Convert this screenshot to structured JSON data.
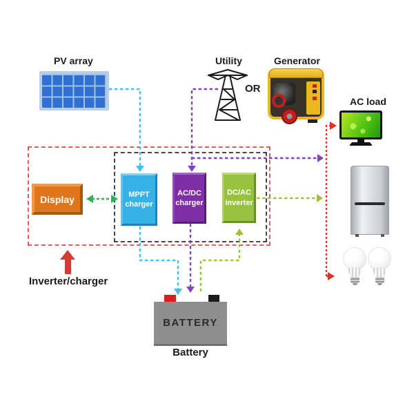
{
  "labels": {
    "pv_array": "PV array",
    "utility": "Utility",
    "or": "OR",
    "generator": "Generator",
    "ac_load": "AC load",
    "inverter_charger": "Inverter/charger",
    "battery_unit": "BATTERY",
    "battery_caption": "Battery"
  },
  "blocks": {
    "display": {
      "label": "Display",
      "color": "#e0761c"
    },
    "mppt_charger": {
      "label": "MPPT charger",
      "color": "#38b1e6"
    },
    "acdc_charger": {
      "label": "AC/DC charger",
      "color": "#7e2fa6"
    },
    "dcac_inverter": {
      "label": "DC/AC inverter",
      "color": "#96c23e"
    }
  },
  "line_colors": {
    "pv_dc_line": "#41c0e8",
    "utility_ac_line": "#8443bb",
    "inverter_output_line": "#9cc23c",
    "display_comm_line": "#2eb34e",
    "ac_load_bus": "#e0322a",
    "inverter_charger_enclosure": "#e05c5c",
    "inner_enclosure": "#43434a"
  }
}
